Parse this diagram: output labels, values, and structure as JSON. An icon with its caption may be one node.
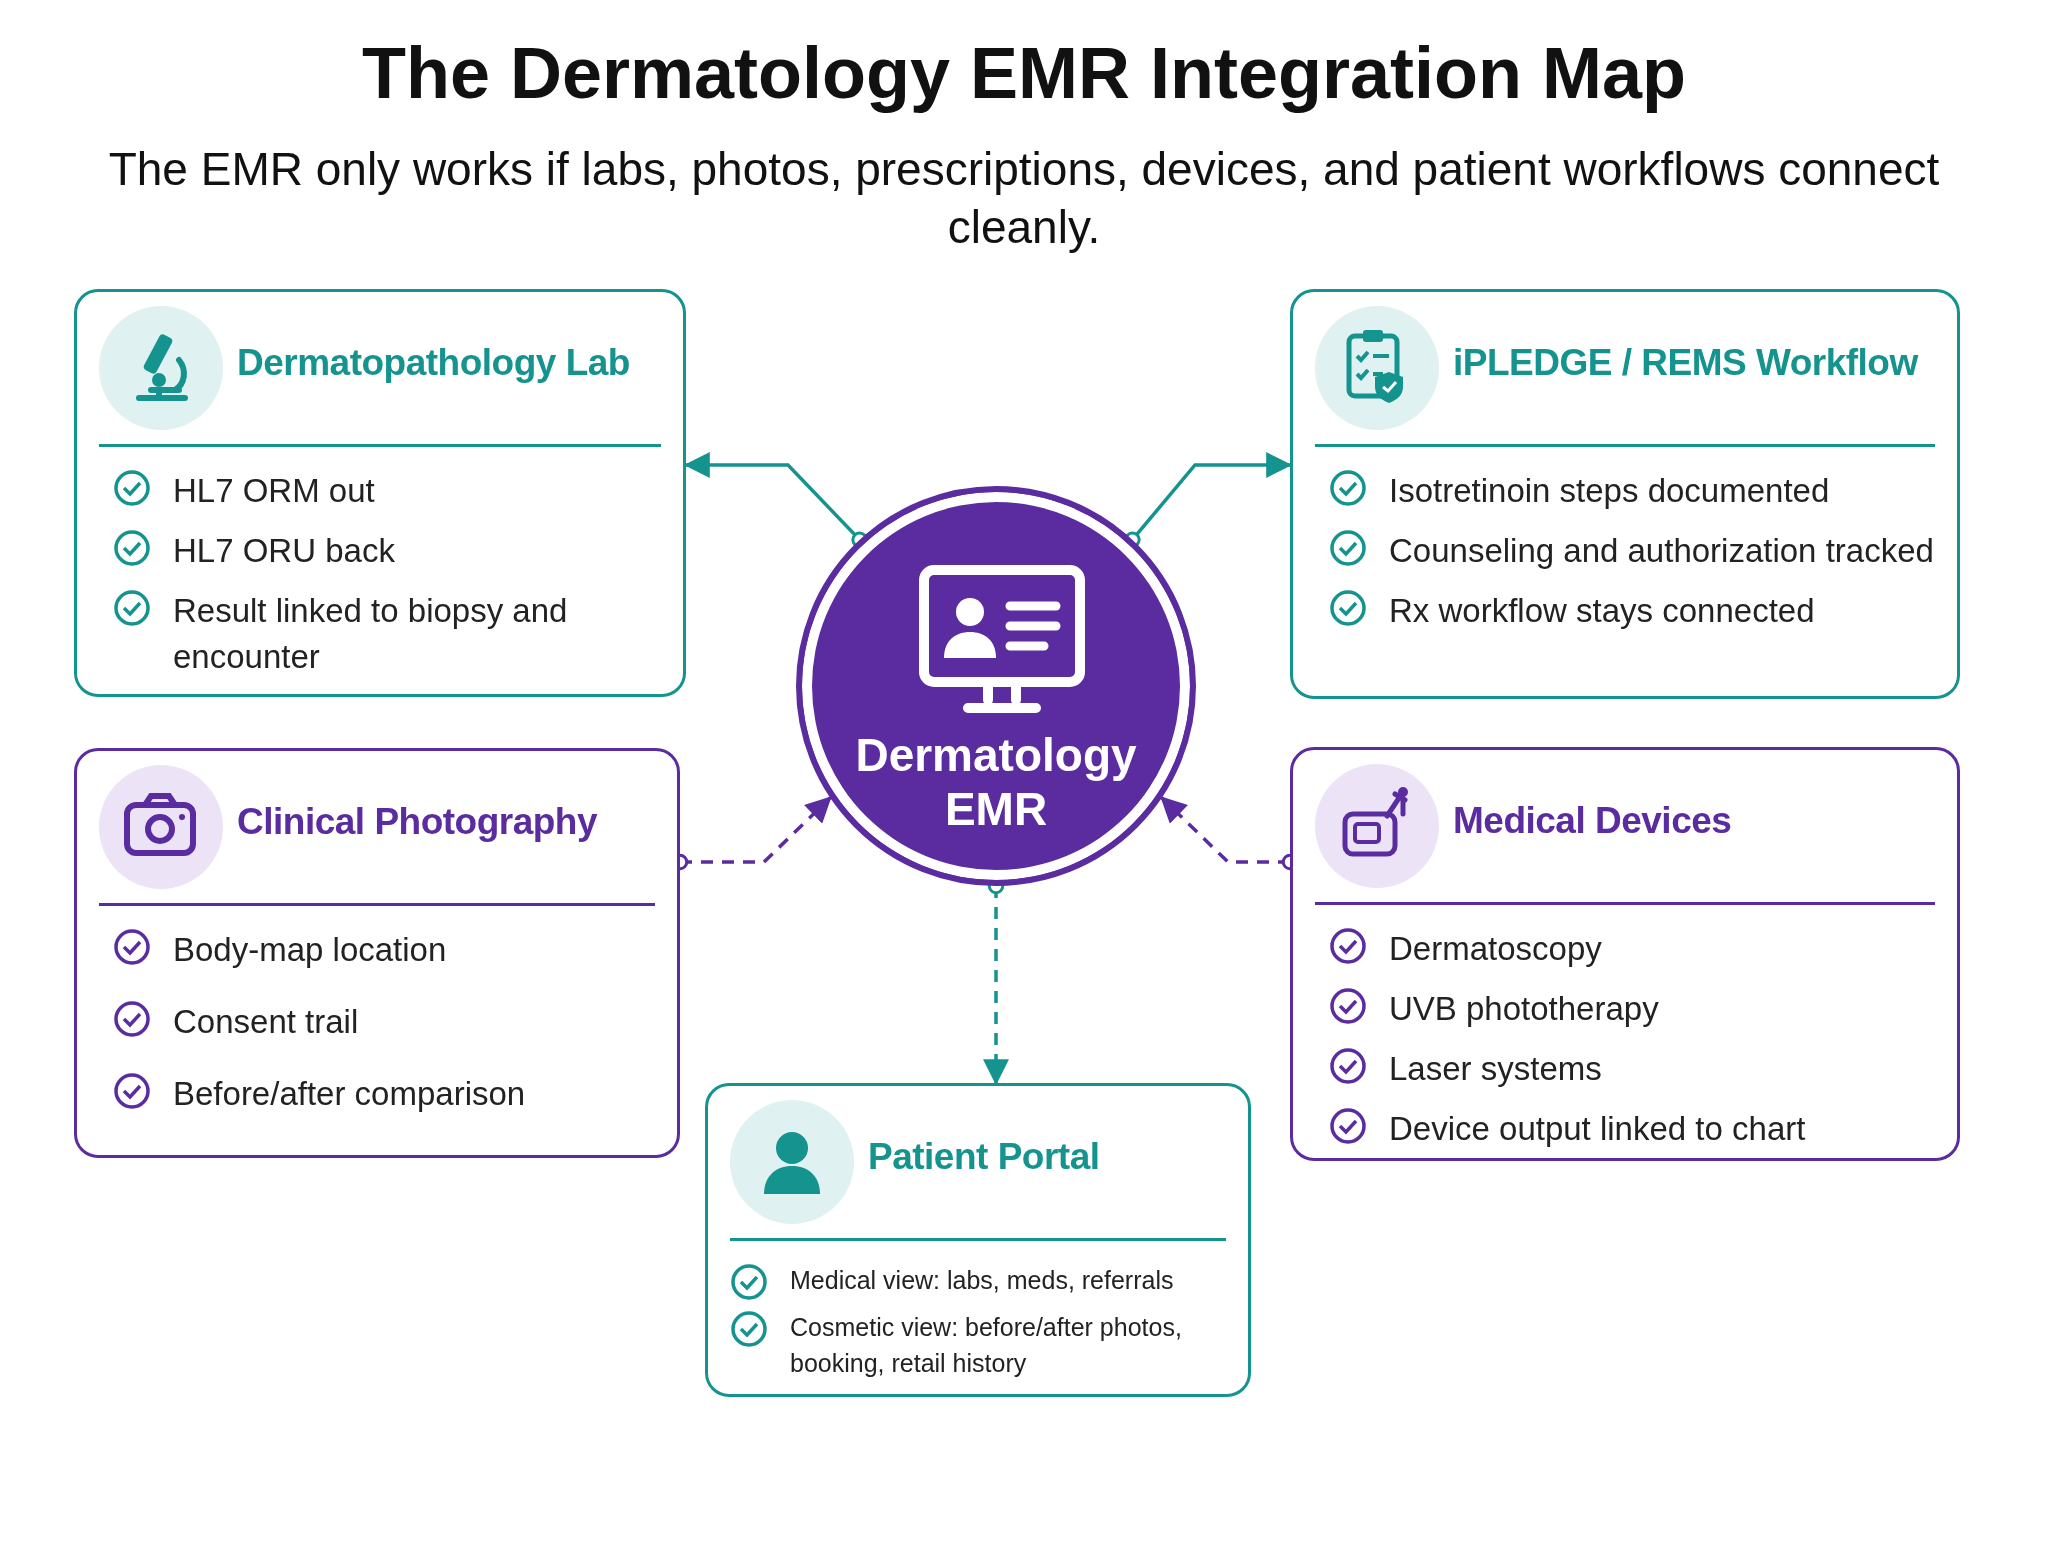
{
  "diagram": {
    "title": "The Dermatology EMR Integration Map",
    "nodes": [
      {
        "text": [
          "Dermatopathology Lab",
          "HL7 ORM out",
          "HL7 ORU back",
          "Result linked to biopsy and encounter"
        ]
      },
      {
        "text": [
          "iPLEDGE / REMS Workflow",
          "Isotretinoin steps documented",
          "Counseling and authorization tracked",
          "Rx workflow stays connected"
        ]
      },
      {
        "text": [
          "Dermatology EMR"
        ]
      },
      {
        "text": [
          "Clinical Photography",
          "Body-map location",
          "Consent trail",
          "Before/after comparison"
        ]
      },
      {
        "text": [
          "Medical Devices",
          "Dermatoscopy",
          "UVB phototherapy",
          "Laser systems",
          "Device output linked to chart"
        ]
      },
      {
        "text": [
          "Patient Portal",
          "Medical view: labs, meds, referrals",
          "Cosmetic view: before/after photos, booking, retail history"
        ]
      }
    ],
    "edges": [
      {
        "from": 2,
        "to": 0,
        "arrow": "to"
      },
      {
        "from": 2,
        "to": 1,
        "arrow": "to"
      },
      {
        "from": 3,
        "to": 2,
        "arrow": "to",
        "style": "dashed",
        "color": "#5b2ca0"
      },
      {
        "from": 4,
        "to": 2,
        "arrow": "to",
        "style": "dashed",
        "color": "#5b2ca0"
      },
      {
        "from": 2,
        "to": 5,
        "arrow": "to",
        "style": "dashed"
      }
    ],
    "labels": [
      "The EMR only works if labs, photos, prescriptions, devices, and patient workflows connect cleanly."
    ]
  }
}
